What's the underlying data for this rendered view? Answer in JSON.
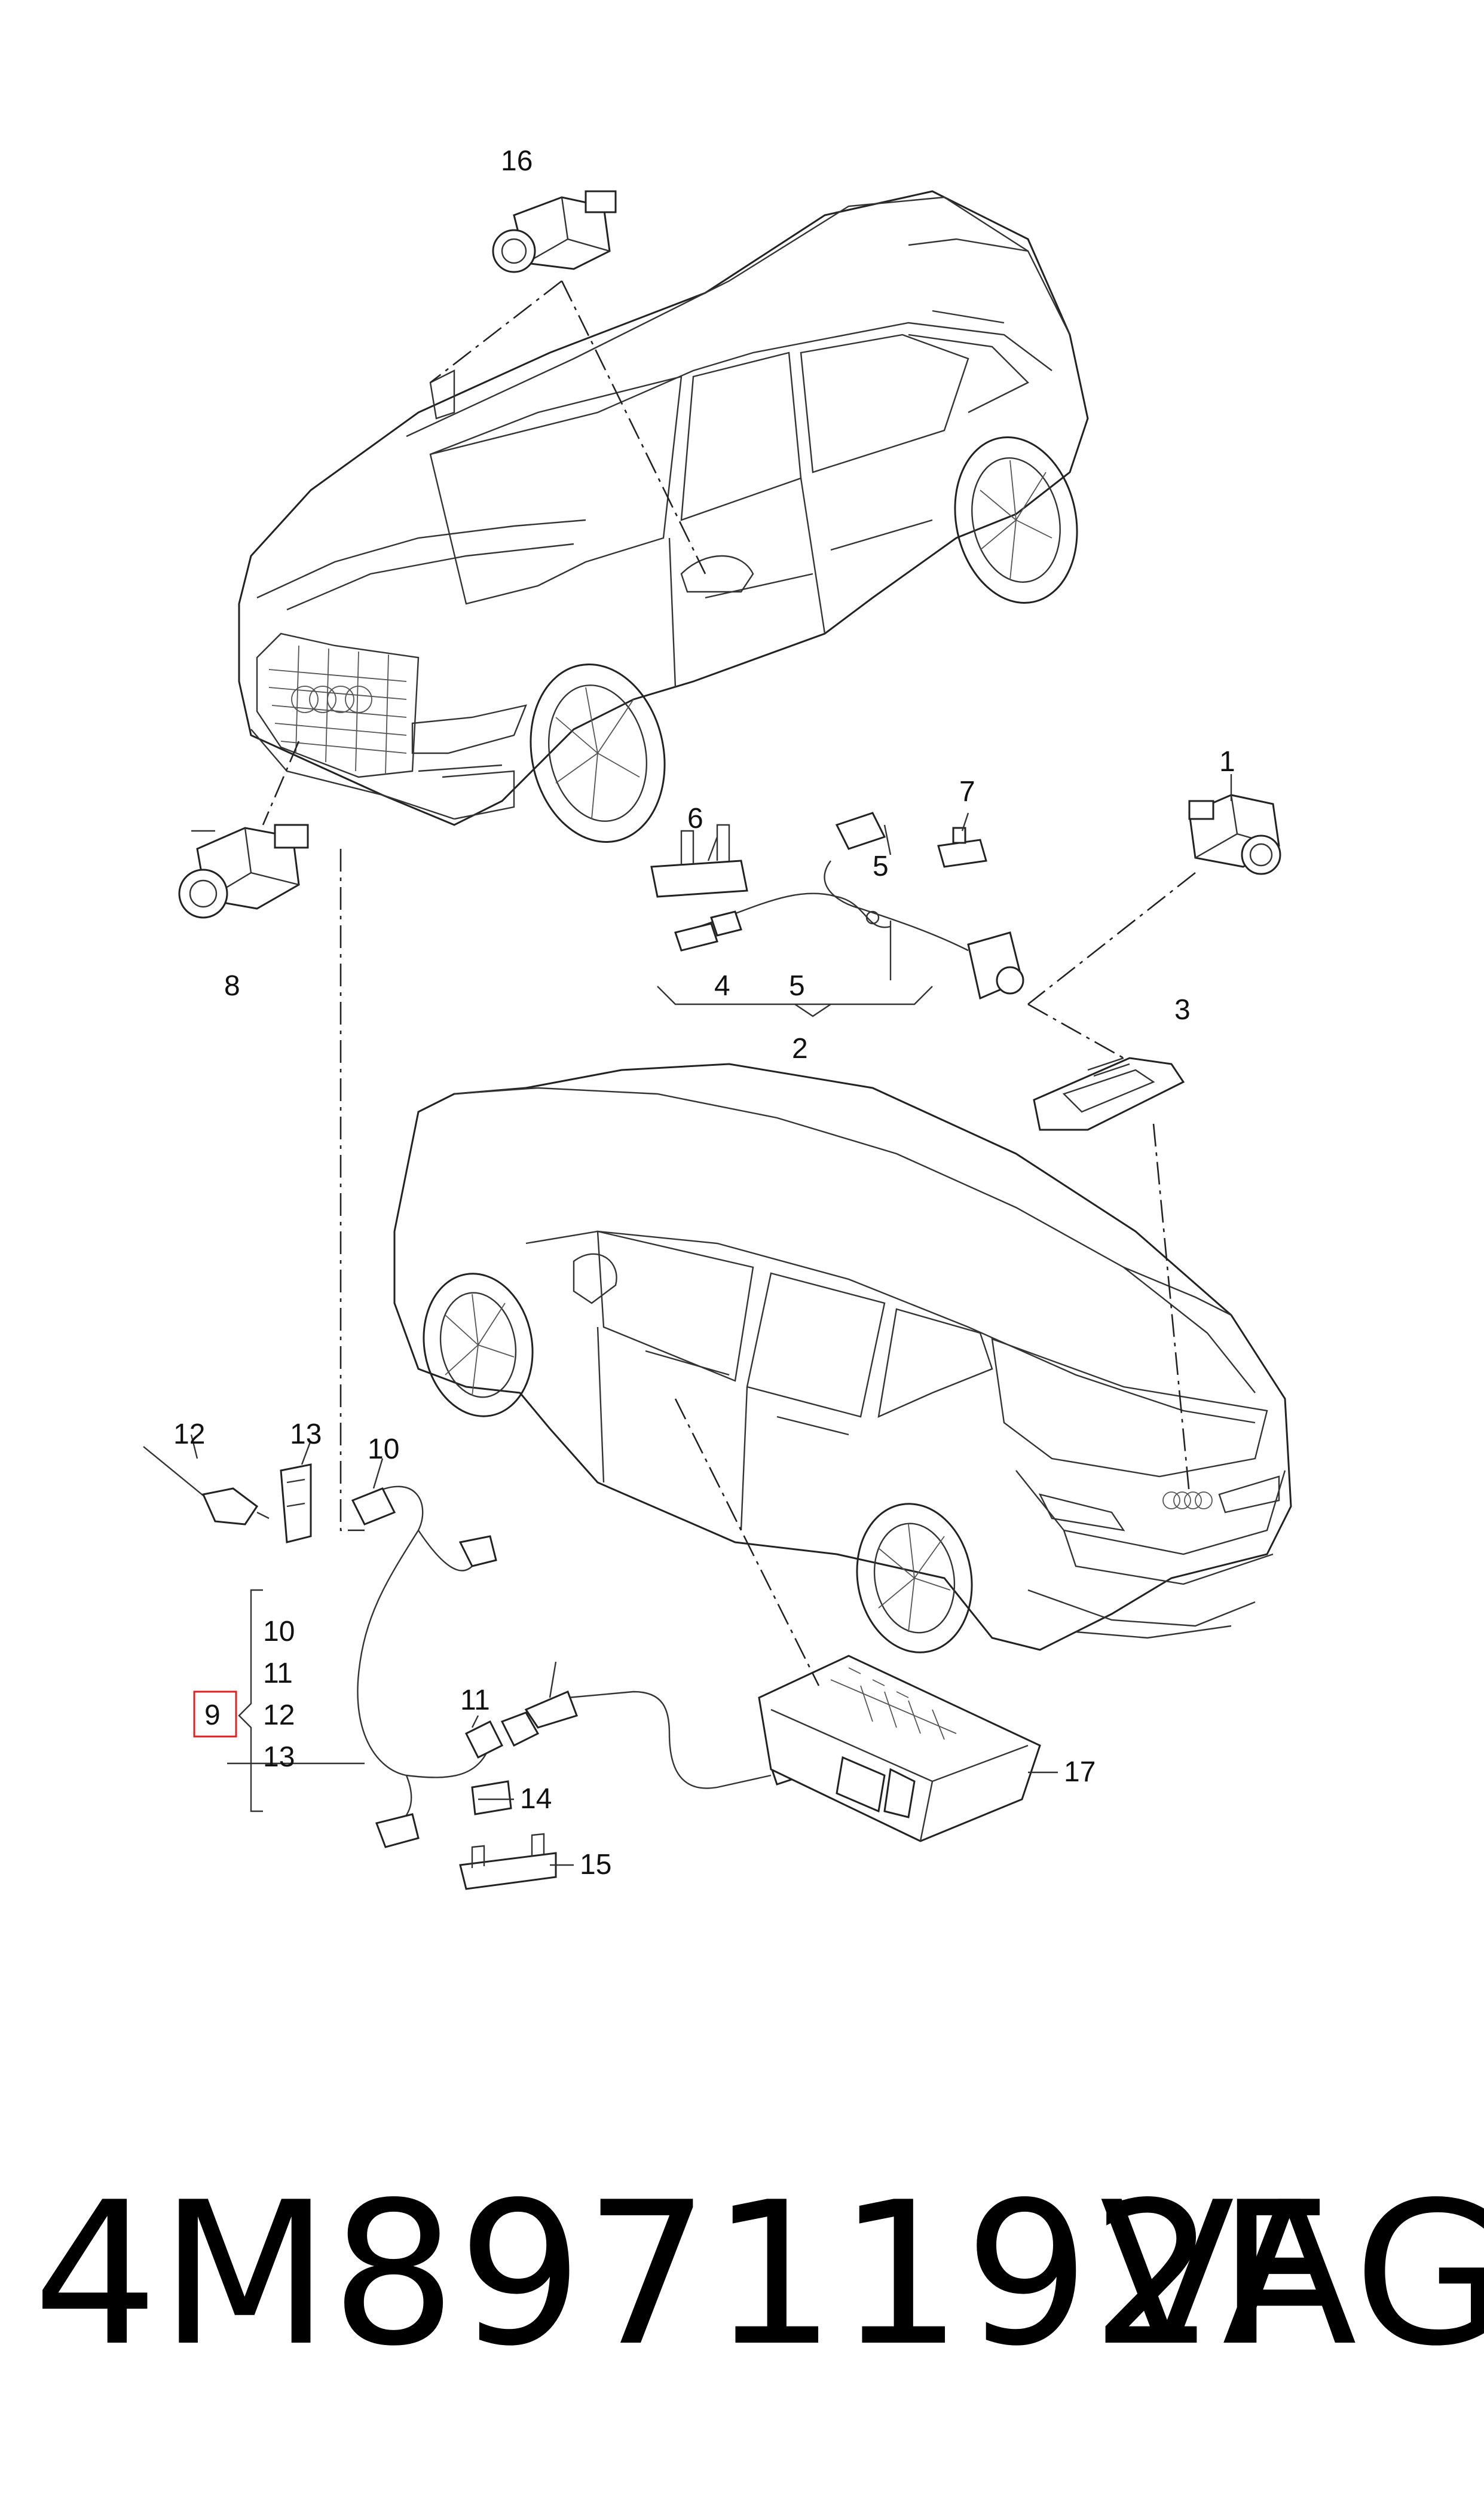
{
  "callouts": {
    "c1": "1",
    "c2": "2",
    "c3": "3",
    "c4": "4",
    "c5a": "5",
    "c5b": "5",
    "c6": "6",
    "c7": "7",
    "c8": "8",
    "c9": "9",
    "c10": "10",
    "c11": "11",
    "c12": "12",
    "c13": "13",
    "c14": "14",
    "c15": "15",
    "c16": "16",
    "c17": "17"
  },
  "bracket_list": [
    "10",
    "11",
    "12",
    "13"
  ],
  "footer": {
    "part_number": "4M8971192F",
    "brand": "VAG"
  },
  "colors": {
    "line": "#222222",
    "highlight": "#e02020",
    "background": "#ffffff"
  }
}
